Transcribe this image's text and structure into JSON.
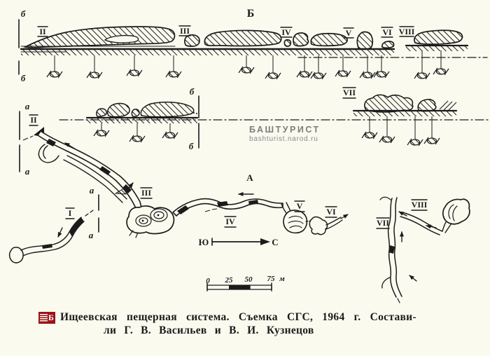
{
  "colors": {
    "background": "#fafaef",
    "ink": "#1b1b1b",
    "watermark_gray": "#7d7d7d",
    "logo_red": "#9b1418"
  },
  "profile_top": {
    "title": "Б",
    "marker_top": "б",
    "marker_bottom": "б",
    "stations": {
      "s2": "II",
      "s3": "III",
      "s4": "IV",
      "s5": "V",
      "s6": "VI",
      "s8": "VIII"
    }
  },
  "section_bb": {
    "top": "б",
    "bottom": "б"
  },
  "left_section": {
    "top": "а",
    "bottom": "а",
    "station": "II"
  },
  "profile_vii": {
    "label": "VII"
  },
  "watermark": {
    "title": "БАШТУРИСТ",
    "url": "bashturist.narod.ru"
  },
  "plan": {
    "st1": "I",
    "st3": "III",
    "st4": "IV",
    "st5": "V",
    "st6": "VI",
    "st7": "VII",
    "st8": "VIII",
    "point_a": "А",
    "aa_top": "а",
    "aa_bottom": "а",
    "compass_south": "Ю",
    "compass_north": "С"
  },
  "scale_bar": {
    "t0": "0",
    "t25": "25",
    "t50": "50",
    "t75": "75",
    "unit": "м"
  },
  "caption": {
    "logo": "Б",
    "line1": "Ищеевская пещерная система. Съемка СГС, 1964 г. Состави-",
    "line2": "ли Г. В. Васильев и В. И. Кузнецов"
  }
}
